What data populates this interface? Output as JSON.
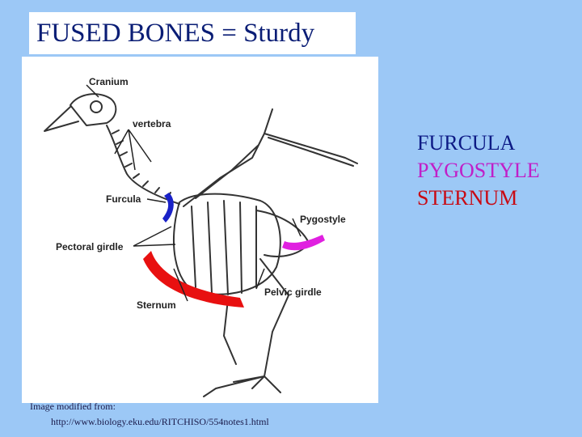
{
  "title": "FUSED BONES = Sturdy",
  "figure": {
    "labels": {
      "cranium": "Cranium",
      "vertebra": "vertebra",
      "furcula": "Furcula",
      "pygostyle": "Pygostyle",
      "pectoral_girdle": "Pectoral girdle",
      "pelvic_girdle": "Pelvic girdle",
      "sternum": "Sternum"
    }
  },
  "legend": [
    {
      "text": "FURCULA",
      "color": "#0d1a85"
    },
    {
      "text": "PYGOSTYLE",
      "color": "#c01fc8"
    },
    {
      "text": "STERNUM",
      "color": "#c80a14"
    }
  ],
  "credit": {
    "line1": "Image modified  from:",
    "line2": "http://www.biology.eku.edu/RITCHISO/554notes1.html"
  },
  "colors": {
    "background": "#9cc8f6",
    "furcula": "#1a22c8",
    "pygostyle": "#e020e0",
    "sternum": "#e81010"
  }
}
